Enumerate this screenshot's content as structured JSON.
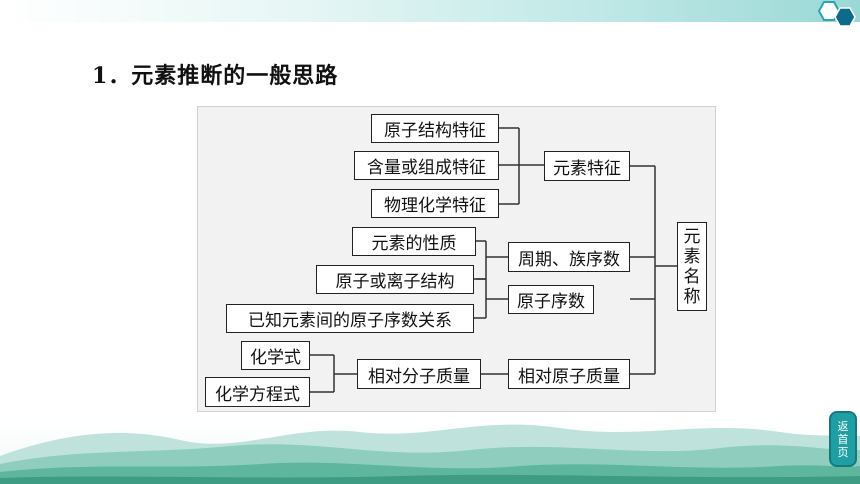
{
  "title": "1．元素推断的一般思路",
  "boxes": {
    "atom_structure_feature": "原子结构特征",
    "content_composition_feature": "含量或组成特征",
    "physical_chemical_feature": "物理化学特征",
    "element_feature": "元素特征",
    "element_properties": "元素的性质",
    "period_group_number": "周期、族序数",
    "atom_ion_structure": "原子或离子结构",
    "atomic_number": "原子序数",
    "known_element_relation": "已知元素间的原子序数关系",
    "chemical_formula": "化学式",
    "chemical_equation": "化学方程式",
    "relative_molecular_mass": "相对分子质量",
    "relative_atomic_mass": "相对原子质量",
    "element_name": [
      "元",
      "素",
      "名",
      "称"
    ]
  },
  "return_button": [
    "返",
    "首",
    "页"
  ],
  "colors": {
    "accent": "#1f9ea3",
    "border": "#222222",
    "panel": "#f2f2f2"
  }
}
